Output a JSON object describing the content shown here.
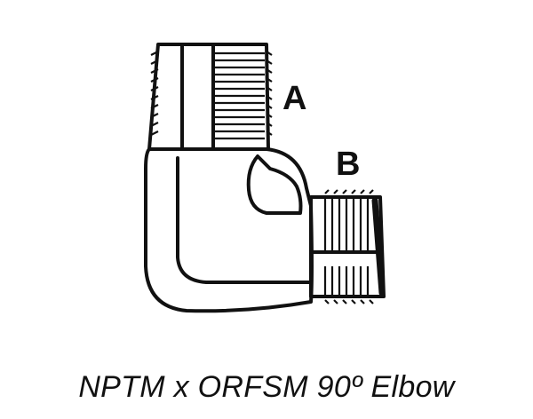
{
  "diagram": {
    "label_a": "A",
    "label_b": "B",
    "caption": "NPTM x ORFSM 90º Elbow"
  },
  "colors": {
    "line": "#111111",
    "background": "#ffffff"
  }
}
